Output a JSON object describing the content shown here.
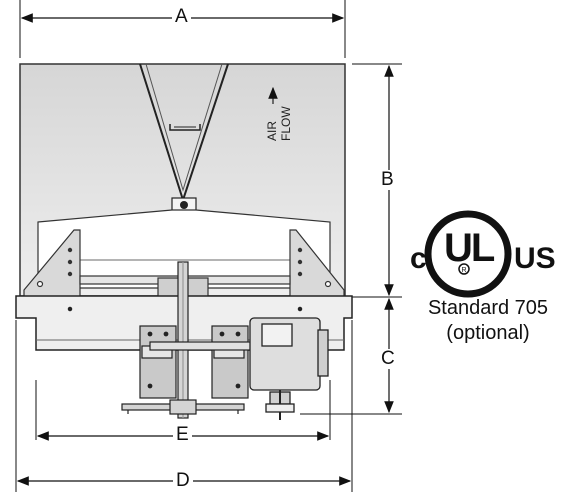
{
  "dimensions": {
    "a": "A",
    "b": "B",
    "c": "C",
    "d": "D",
    "e": "E"
  },
  "airflow": {
    "line1": "AIR",
    "line2": "FLOW"
  },
  "certification": {
    "mark_left": "c",
    "mark_center": "UL",
    "mark_right": "US",
    "standard": "Standard 705",
    "note": "(optional)"
  },
  "colors": {
    "hood": "#e2e2e2",
    "hood_edge": "#333333",
    "metal": "#c8c8c8",
    "line": "#111111"
  }
}
